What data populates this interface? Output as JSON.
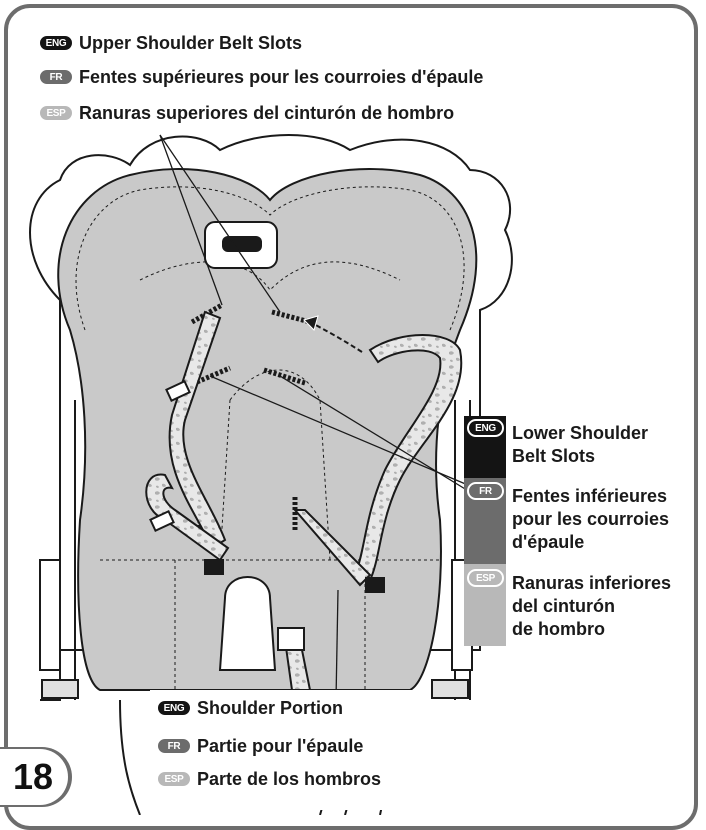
{
  "page_number": "18",
  "upper": {
    "eng_badge": "ENG",
    "eng": "Upper Shoulder Belt Slots",
    "fr_badge": "FR",
    "fr": "Fentes supérieures pour les courroies d'épaule",
    "esp_badge": "ESP",
    "esp": "Ranuras superiores del cinturón de hombro"
  },
  "lower": {
    "eng_badge": "ENG",
    "eng": "Lower Shoulder\nBelt Slots",
    "fr_badge": "FR",
    "fr": "Fentes inférieures\npour les courroies\nd'épaule",
    "esp_badge": "ESP",
    "esp": "Ranuras inferiores\ndel cinturón\nde hombro"
  },
  "shoulder": {
    "eng_badge": "ENG",
    "eng": "Shoulder Portion",
    "fr_badge": "FR",
    "fr": "Partie pour l'épaule",
    "esp_badge": "ESP",
    "esp": "Parte de los hombros"
  },
  "colors": {
    "eng": "#141414",
    "fr": "#6c6c6c",
    "esp": "#b8b8b8",
    "seat": "#c9c9c9",
    "frame": "#6d6d6d"
  }
}
